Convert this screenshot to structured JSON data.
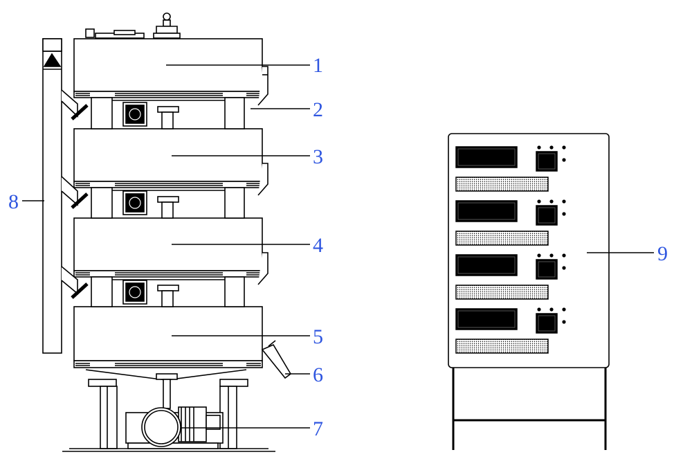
{
  "labels": {
    "1": "1",
    "2": "2",
    "3": "3",
    "4": "4",
    "5": "5",
    "6": "6",
    "7": "7",
    "8": "8",
    "9": "9"
  },
  "colors": {
    "line": "#000000",
    "label": "#2f56e0",
    "background": "#ffffff",
    "display": "#000000",
    "panel_fill": "#ffffff"
  },
  "control_cabinet": {
    "modules": 4
  },
  "machine": {
    "stacked_units": 4
  }
}
